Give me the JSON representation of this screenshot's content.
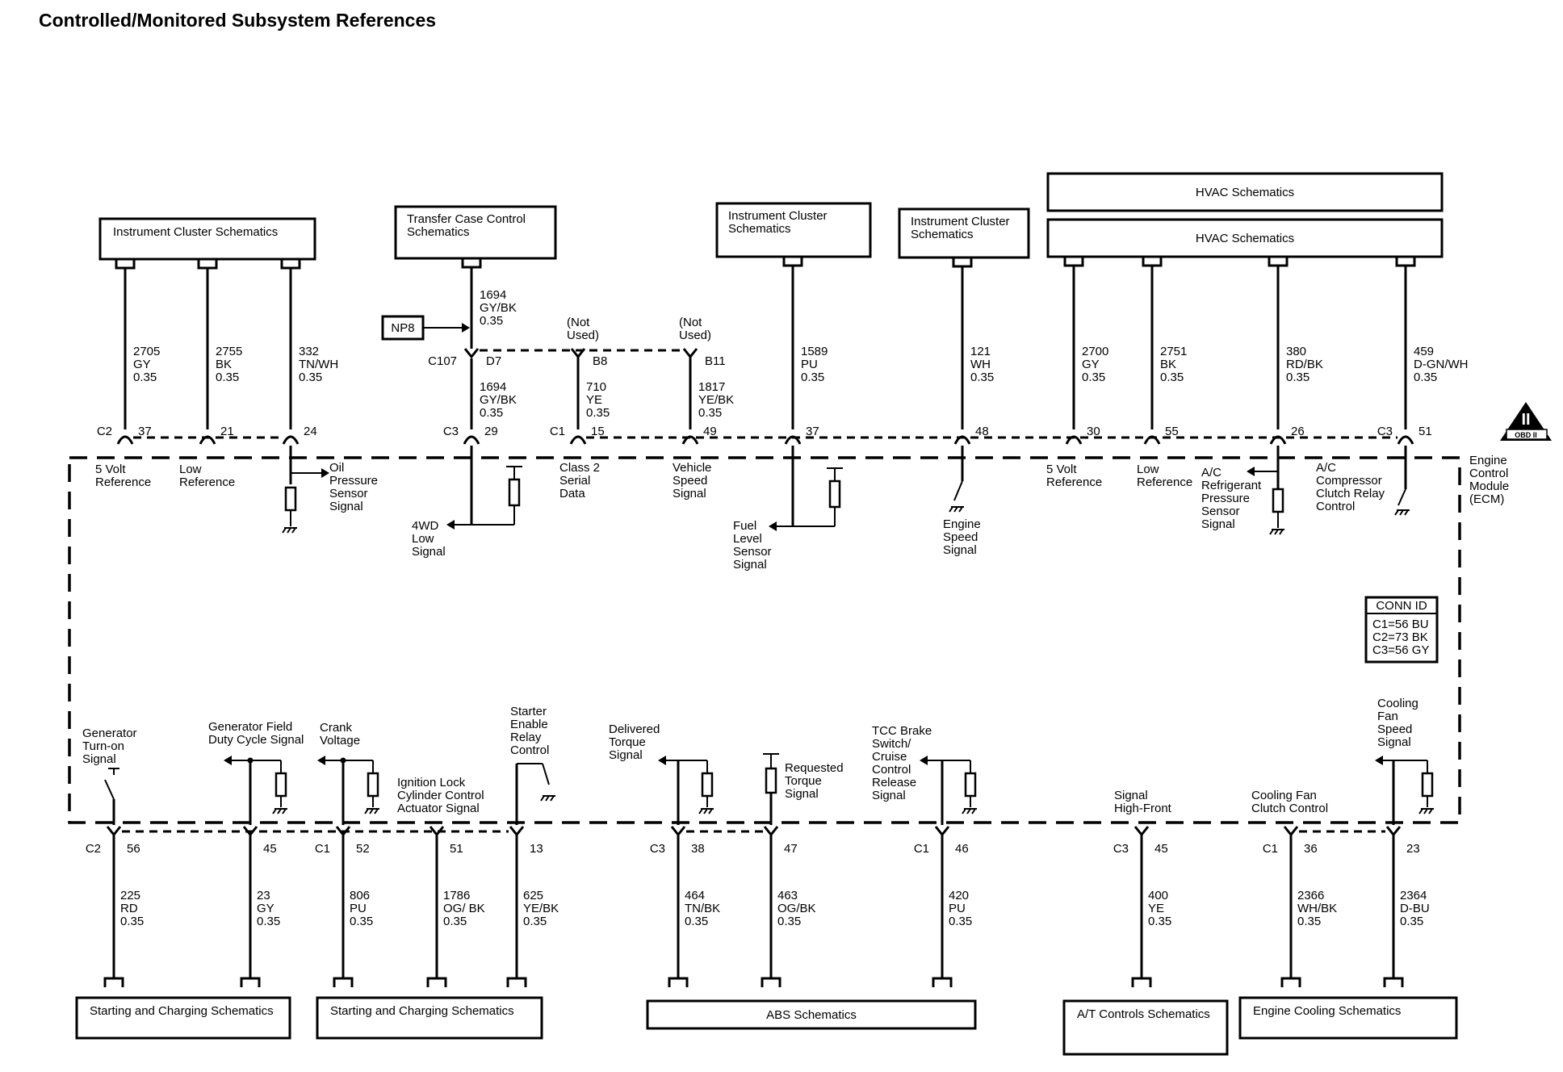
{
  "title": "Controlled/Monitored Subsystem References",
  "boxes": {
    "ic1": "Instrument Cluster Schematics",
    "tcc": [
      "Transfer Case Control",
      "Schematics"
    ],
    "ic2": [
      "Instrument Cluster",
      "Schematics"
    ],
    "ic3": [
      "Instrument Cluster",
      "Schematics"
    ],
    "hvac1": "HVAC Schematics",
    "hvac2": "HVAC Schematics",
    "sc1": "Starting and Charging Schematics",
    "sc2": "Starting and Charging Schematics",
    "abs": "ABS Schematics",
    "at": "A/T Controls Schematics",
    "ec": "Engine Cooling Schematics"
  },
  "np8": "NP8",
  "c107": "C107",
  "d7": "D7",
  "not_used": [
    "(Not",
    "Used)"
  ],
  "b8": "B8",
  "b11": "B11",
  "conn_id": {
    "title": "CONN ID",
    "lines": [
      "C1=56 BU",
      "C2=73 BK",
      "C3=56 GY"
    ]
  },
  "ecm_label": [
    "Engine",
    "Control",
    "Module",
    "(ECM)"
  ],
  "obd": "OBD II",
  "top_wires": [
    {
      "conn": "C2",
      "pin": "37",
      "circuit": [
        "2705",
        "GY",
        "0.35"
      ],
      "label": [
        "5 Volt",
        "Reference"
      ]
    },
    {
      "conn": "",
      "pin": "21",
      "circuit": [
        "2755",
        "BK",
        "0.35"
      ],
      "label": [
        "Low",
        "Reference"
      ]
    },
    {
      "conn": "",
      "pin": "24",
      "circuit": [
        "332",
        "TN/WH",
        "0.35"
      ],
      "label": [
        "Oil",
        "Pressure",
        "Sensor",
        "Signal"
      ]
    },
    {
      "conn": "C3",
      "pin": "29",
      "circuit_up": [
        "1694",
        "GY/BK",
        "0.35"
      ],
      "circuit": [
        "1694",
        "GY/BK",
        "0.35"
      ],
      "label": [
        "4WD",
        "Low",
        "Signal"
      ]
    },
    {
      "conn": "C1",
      "pin": "15",
      "circuit": [
        "710",
        "YE",
        "0.35"
      ],
      "label": [
        "Class 2",
        "Serial",
        "Data"
      ]
    },
    {
      "conn": "",
      "pin": "49",
      "circuit": [
        "1817",
        "YE/BK",
        "0.35"
      ],
      "label": [
        "Vehicle",
        "Speed",
        "Signal"
      ]
    },
    {
      "conn": "",
      "pin": "37",
      "circuit": [
        "1589",
        "PU",
        "0.35"
      ],
      "label": [
        "Fuel",
        "Level",
        "Sensor",
        "Signal"
      ]
    },
    {
      "conn": "",
      "pin": "48",
      "circuit": [
        "121",
        "WH",
        "0.35"
      ],
      "label": [
        "Engine",
        "Speed",
        "Signal"
      ]
    },
    {
      "conn": "",
      "pin": "30",
      "circuit": [
        "2700",
        "GY",
        "0.35"
      ],
      "label": [
        "5 Volt",
        "Reference"
      ]
    },
    {
      "conn": "",
      "pin": "55",
      "circuit": [
        "2751",
        "BK",
        "0.35"
      ],
      "label": [
        "Low",
        "Reference"
      ]
    },
    {
      "conn": "",
      "pin": "26",
      "circuit": [
        "380",
        "RD/BK",
        "0.35"
      ],
      "label": [
        "A/C",
        "Refrigerant",
        "Pressure",
        "Sensor",
        "Signal"
      ]
    },
    {
      "conn": "C3",
      "pin": "51",
      "circuit": [
        "459",
        "D-GN/WH",
        "0.35"
      ],
      "label": [
        "A/C",
        "Compressor",
        "Clutch Relay",
        "Control"
      ]
    }
  ],
  "bottom_wires": [
    {
      "conn": "C2",
      "pin": "56",
      "circuit": [
        "225",
        "RD",
        "0.35"
      ],
      "label": [
        "Generator",
        "Turn-on",
        "Signal"
      ]
    },
    {
      "conn": "",
      "pin": "45",
      "circuit": [
        "23",
        "GY",
        "0.35"
      ],
      "label": [
        "Generator Field",
        "Duty Cycle Signal"
      ]
    },
    {
      "conn": "C1",
      "pin": "52",
      "circuit": [
        "806",
        "PU",
        "0.35"
      ],
      "label": [
        "Crank",
        "Voltage"
      ]
    },
    {
      "conn": "",
      "pin": "51",
      "circuit": [
        "1786",
        "OG/ BK",
        "0.35"
      ],
      "label": [
        "Ignition Lock",
        "Cylinder Control",
        "Actuator Signal"
      ]
    },
    {
      "conn": "",
      "pin": "13",
      "circuit": [
        "625",
        "YE/BK",
        "0.35"
      ],
      "label": [
        "Starter",
        "Enable",
        "Relay",
        "Control"
      ]
    },
    {
      "conn": "C3",
      "pin": "38",
      "circuit": [
        "464",
        "TN/BK",
        "0.35"
      ],
      "label": [
        "Delivered",
        "Torque",
        "Signal"
      ]
    },
    {
      "conn": "",
      "pin": "47",
      "circuit": [
        "463",
        "OG/BK",
        "0.35"
      ],
      "label": [
        "Requested",
        "Torque",
        "Signal"
      ]
    },
    {
      "conn": "C1",
      "pin": "46",
      "circuit": [
        "420",
        "PU",
        "0.35"
      ],
      "label": [
        "TCC Brake",
        "Switch/",
        "Cruise",
        "Control",
        "Release",
        "Signal"
      ]
    },
    {
      "conn": "C3",
      "pin": "45",
      "circuit": [
        "400",
        "YE",
        "0.35"
      ],
      "label": [
        "Signal",
        "High-Front"
      ]
    },
    {
      "conn": "C1",
      "pin": "36",
      "circuit": [
        "2366",
        "WH/BK",
        "0.35"
      ],
      "label": [
        "Cooling Fan",
        "Clutch Control"
      ]
    },
    {
      "conn": "",
      "pin": "23",
      "circuit": [
        "2364",
        "D-BU",
        "0.35"
      ],
      "label": [
        "Cooling",
        "Fan",
        "Speed",
        "Signal"
      ]
    }
  ]
}
